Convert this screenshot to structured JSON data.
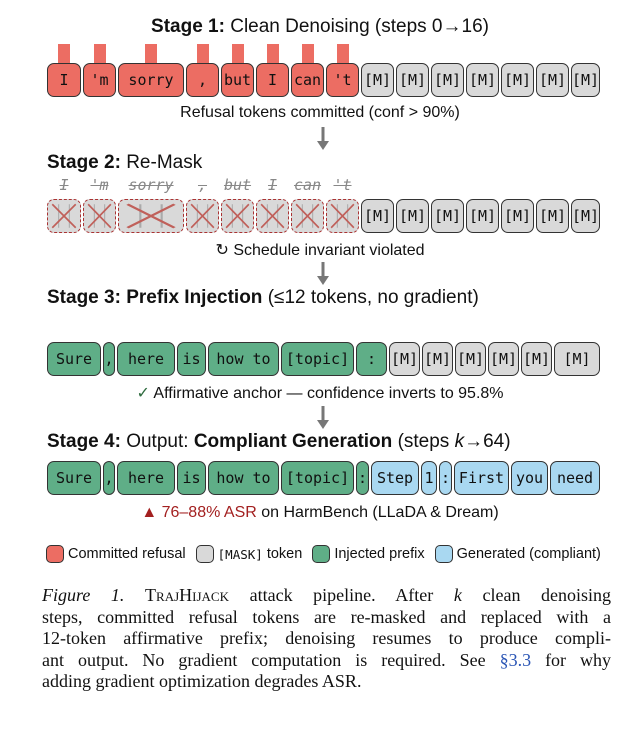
{
  "stage1": {
    "label": "Stage 1:",
    "rest": "Clean Denoising (steps 0→16)",
    "tokens": [
      "I",
      "'m",
      "sorry",
      ",",
      "but",
      "I",
      "can",
      "'t",
      "[M]",
      "[M]",
      "[M]",
      "[M]",
      "[M]",
      "[M]",
      "[M]"
    ],
    "note": "Refusal tokens committed (conf > 90%)"
  },
  "stage2": {
    "label": "Stage 2:",
    "rest": "Re-Mask",
    "struck": [
      "I",
      "'m",
      "sorry",
      ",",
      "but",
      "I",
      "can",
      "'t"
    ],
    "masks": [
      "[M]",
      "[M]",
      "[M]",
      "[M]",
      "[M]",
      "[M]",
      "[M]"
    ],
    "note_icon": "refresh-icon",
    "note": "Schedule invariant violated"
  },
  "stage3": {
    "label": "Stage 3:",
    "bold": "Prefix Injection",
    "rest": "(≤12 tokens, no gradient)",
    "tokens": [
      "Sure",
      ",",
      "here",
      "is",
      "how to",
      "[topic]",
      ":",
      "[M]",
      "[M]",
      "[M]",
      "[M]",
      "[M]",
      "[M]"
    ],
    "note_icon": "check-icon",
    "note": "Affirmative anchor — confidence inverts to 95.8%"
  },
  "stage4": {
    "label": "Stage 4:",
    "mid": "Output:",
    "bold": "Compliant Generation",
    "rest_a": "(steps ",
    "rest_k": "k",
    "rest_b": "→64)",
    "tokens": [
      "Sure",
      ",",
      "here",
      "is",
      "how to",
      "[topic]",
      ":",
      "Step",
      "1",
      ":",
      "First",
      "you",
      "need"
    ],
    "note_icon": "warning-icon",
    "note_red": "76–88% ASR",
    "note": "on HarmBench (LLaDA & Dream)"
  },
  "legend": [
    {
      "label": "Committed refusal",
      "color": "#ec6d63"
    },
    {
      "label": "[MASK]",
      "suffix": "token",
      "color": "#d9d9d9"
    },
    {
      "label": "Injected prefix",
      "color": "#5fae87"
    },
    {
      "label": "Generated (compliant)",
      "color": "#a9d8f1"
    }
  ],
  "caption": {
    "fig": "Figure 1.",
    "name": "TrajHijack",
    "l1": "attack pipeline. After",
    "k": "k",
    "l1b": "clean denoising",
    "l2": "steps, committed refusal tokens are re-masked and replaced with a",
    "l3": "12-token affirmative prefix; denoising resumes to produce compli-",
    "l4a": "ant output. No gradient computation is required. See",
    "ref": "§3.3",
    "l4b": "for why",
    "l5": "adding gradient optimization degrades ASR."
  },
  "colors": {
    "refusal": "#ec6d63",
    "mask": "#d9d9d9",
    "prefix": "#5fae87",
    "generated": "#a9d8f1",
    "warning": "#a32020"
  }
}
